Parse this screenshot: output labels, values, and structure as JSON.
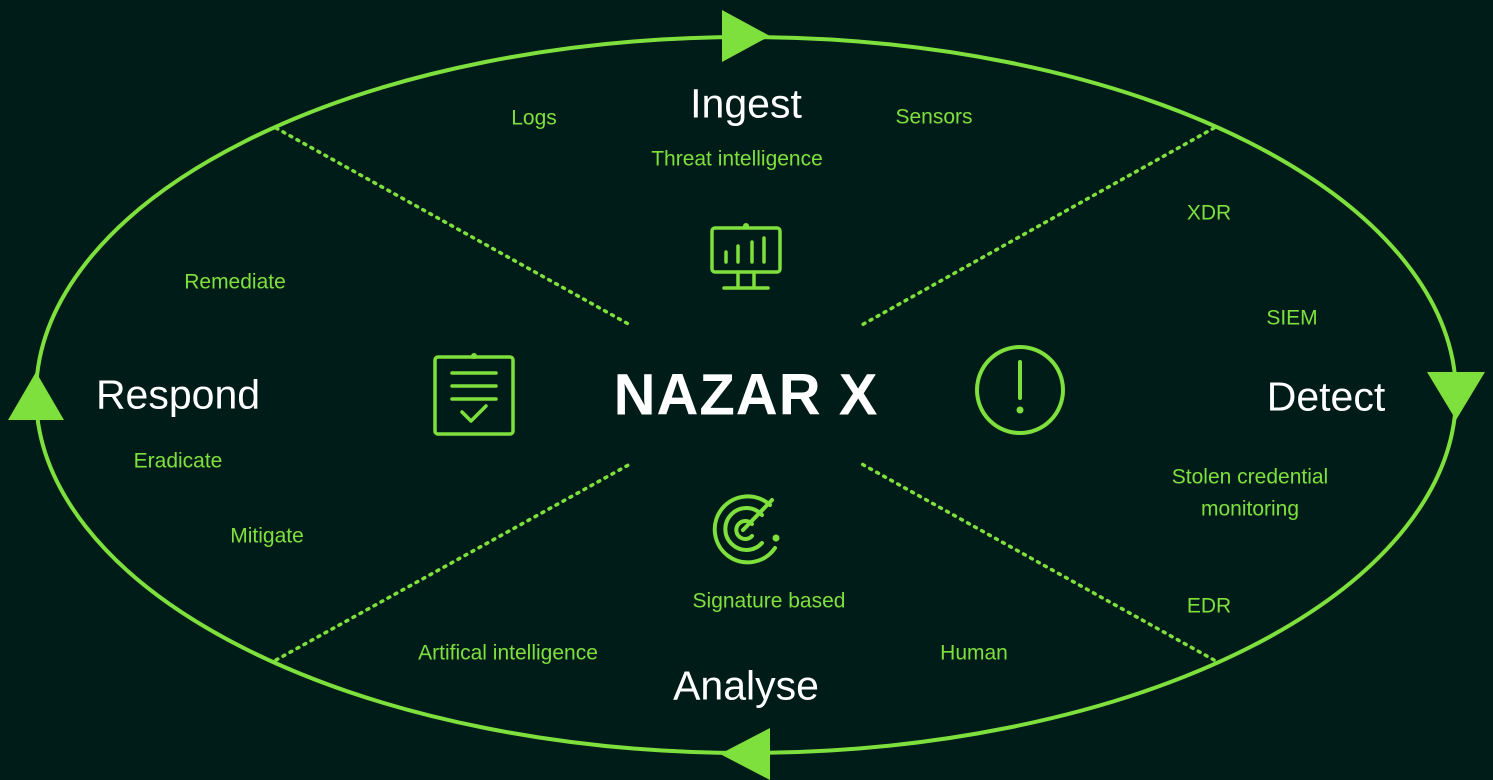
{
  "title": "NAZAR X",
  "accent_color": "#7ee03c",
  "background_color": "#001c19",
  "phases": {
    "ingest": {
      "label": "Ingest",
      "icon": "monitor-chart-icon",
      "items": [
        "Logs",
        "Sensors",
        "Threat intelligence"
      ]
    },
    "detect": {
      "label": "Detect",
      "icon": "alert-circle-icon",
      "items": [
        "XDR",
        "SIEM",
        "Stolen credential monitoring",
        "EDR"
      ]
    },
    "analyse": {
      "label": "Analyse",
      "icon": "radar-target-icon",
      "items": [
        "Signature based",
        "Artifical intelligence",
        "Human"
      ]
    },
    "respond": {
      "label": "Respond",
      "icon": "clipboard-check-icon",
      "items": [
        "Remediate",
        "Eradicate",
        "Mitigate"
      ]
    }
  }
}
